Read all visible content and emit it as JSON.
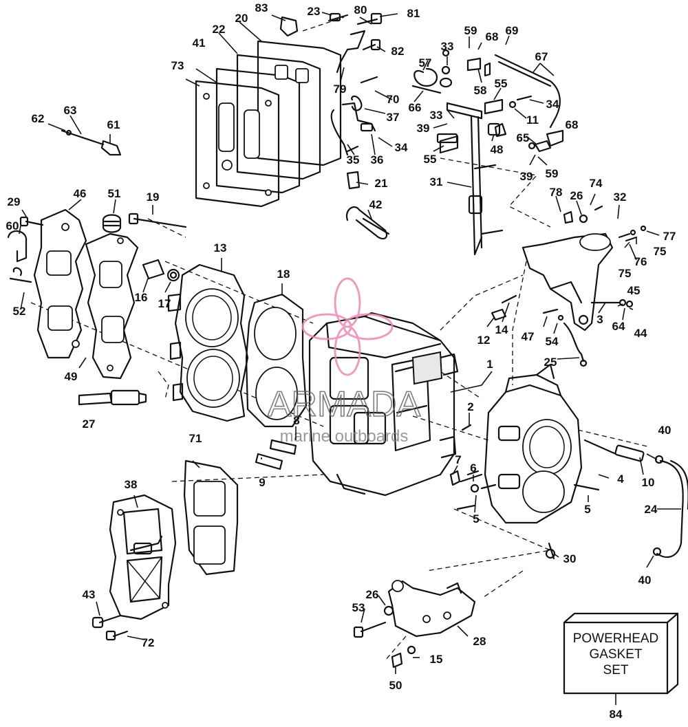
{
  "watermark": {
    "brand": "ARMADA",
    "tagline": "marine outboards",
    "logo_color": "#e98bb3"
  },
  "kit_box": {
    "line1": "POWERHEAD",
    "line2": "GASKET",
    "line3": "SET",
    "ref": "84"
  },
  "callouts": {
    "c1": "1",
    "c2": "2",
    "c3": "3",
    "c4": "4",
    "c5a": "5",
    "c5b": "5",
    "c6": "6",
    "c7": "7",
    "c8": "8",
    "c9": "9",
    "c10": "10",
    "c11": "11",
    "c12": "12",
    "c13": "13",
    "c14": "14",
    "c15": "15",
    "c16": "16",
    "c17": "17",
    "c18": "18",
    "c19": "19",
    "c20": "20",
    "c21": "21",
    "c22": "22",
    "c23": "23",
    "c24": "24",
    "c25": "25",
    "c26a": "26",
    "c26b": "26",
    "c27": "27",
    "c28": "28",
    "c29": "29",
    "c30": "30",
    "c31": "31",
    "c32": "32",
    "c33a": "33",
    "c33b": "33",
    "c34a": "34",
    "c34b": "34",
    "c35": "35",
    "c36": "36",
    "c37": "37",
    "c38": "38",
    "c39a": "39",
    "c39b": "39",
    "c40a": "40",
    "c40b": "40",
    "c41": "41",
    "c42": "42",
    "c43": "43",
    "c44": "44",
    "c45": "45",
    "c46": "46",
    "c47": "47",
    "c48": "48",
    "c49": "49",
    "c50": "50",
    "c51": "51",
    "c52": "52",
    "c53": "53",
    "c54": "54",
    "c55a": "55",
    "c55b": "55",
    "c57": "57",
    "c58": "58",
    "c59a": "59",
    "c59b": "59",
    "c60": "60",
    "c61": "61",
    "c62": "62",
    "c63": "63",
    "c64": "64",
    "c65": "65",
    "c66": "66",
    "c67": "67",
    "c68a": "68",
    "c68b": "68",
    "c69": "69",
    "c70": "70",
    "c71": "71",
    "c72": "72",
    "c73": "73",
    "c74": "74",
    "c75a": "75",
    "c75b": "75",
    "c76": "76",
    "c77": "77",
    "c78": "78",
    "c79": "79",
    "c80": "80",
    "c81": "81",
    "c82": "82",
    "c83": "83"
  }
}
